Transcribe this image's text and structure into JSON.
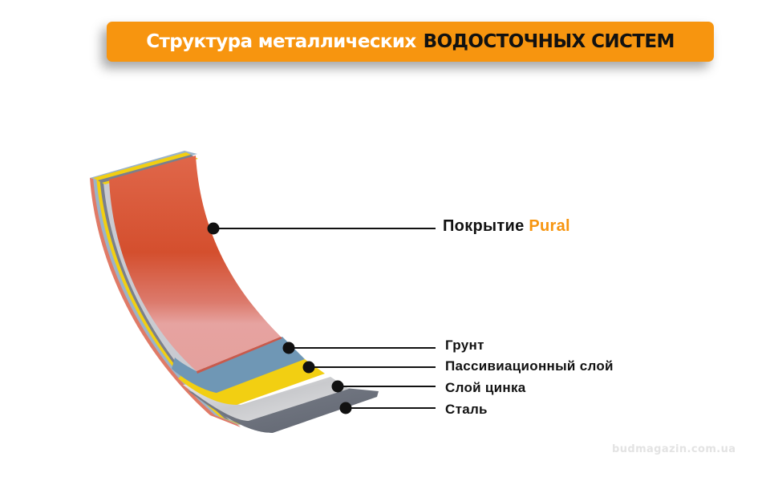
{
  "title": {
    "light_part": "Структура металлических",
    "dark_part": "ВОДОСТОЧНЫХ СИСТЕМ",
    "background_color": "#f7950f"
  },
  "layers": [
    {
      "id": "coating",
      "label": "Покрытие",
      "accent": "Pural",
      "color": "#d9512f"
    },
    {
      "id": "primer",
      "label": "Грунт",
      "color": "#6f97b5"
    },
    {
      "id": "passivation",
      "label": "Пассивиационный слой",
      "color": "#f2cf12"
    },
    {
      "id": "zinc",
      "label": "Слой цинка",
      "color": "#d8d8da"
    },
    {
      "id": "steel",
      "label": "Сталь",
      "color": "#6c717d"
    }
  ],
  "watermark": "budmagazin.com.ua",
  "colors": {
    "accent": "#f7950f",
    "leader_line": "#111111"
  }
}
